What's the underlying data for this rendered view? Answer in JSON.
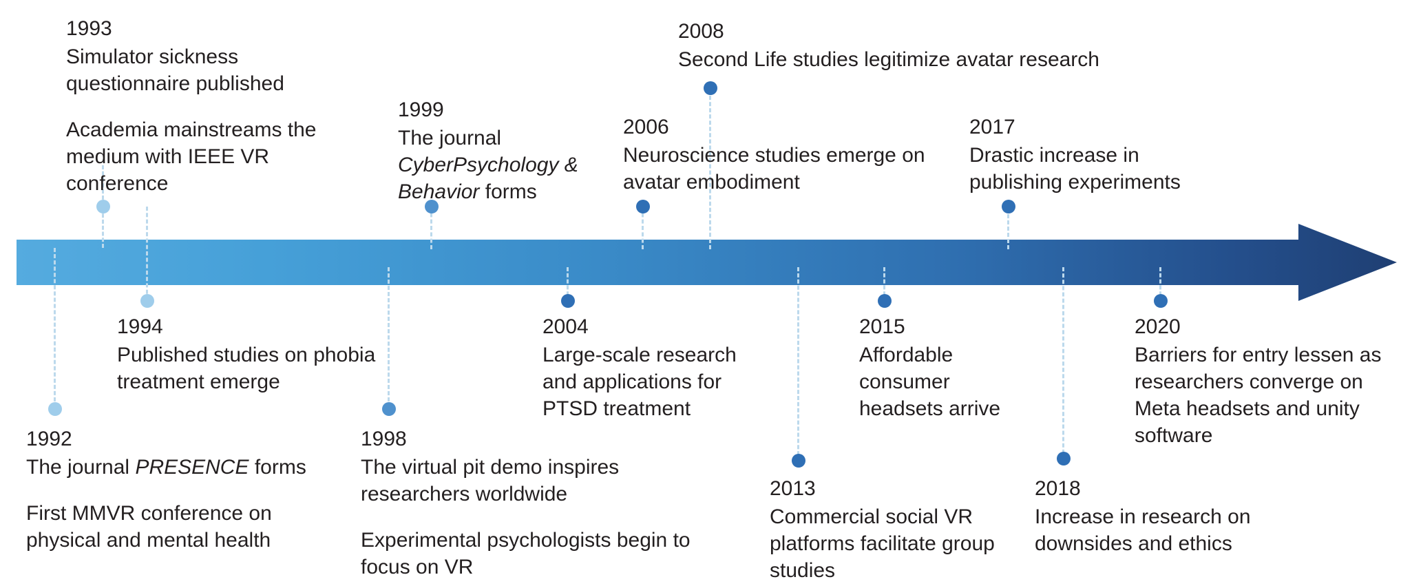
{
  "title": "History of virtual reality research timeline",
  "colors": {
    "bar_start": "#52a7db",
    "bar_end": "#1f3f73",
    "arrowhead": "#1f3f73",
    "dot_light": "#9fcdeb",
    "dot_mid": "#4f91cd",
    "dot_deep": "#2f6fb5",
    "stem": "#bcd9ec",
    "text": "#231f20",
    "background": "#ffffff"
  },
  "axis": {
    "direction": "left-to-right",
    "start_year": "1992",
    "end_year": "2020",
    "arrowhead": "right"
  },
  "events": [
    {
      "id": "e1992",
      "year": "1992",
      "side": "below",
      "paragraphs": [
        {
          "pre": "The journal ",
          "italic": "PRESENCE",
          "post": " forms"
        },
        {
          "pre": "First MMVR conference on physical and mental health",
          "italic": "",
          "post": ""
        }
      ],
      "dot_tone": "light"
    },
    {
      "id": "e1993",
      "year": "1993",
      "side": "above",
      "paragraphs": [
        {
          "pre": "Simulator sickness questionnaire published",
          "italic": "",
          "post": ""
        },
        {
          "pre": "Academia mainstreams the medium with IEEE VR conference",
          "italic": "",
          "post": ""
        }
      ],
      "dot_tone": "light"
    },
    {
      "id": "e1994",
      "year": "1994",
      "side": "below",
      "paragraphs": [
        {
          "pre": "Published studies on phobia treatment emerge",
          "italic": "",
          "post": ""
        }
      ],
      "dot_tone": "light"
    },
    {
      "id": "e1998",
      "year": "1998",
      "side": "below",
      "paragraphs": [
        {
          "pre": "The virtual pit demo inspires researchers worldwide",
          "italic": "",
          "post": ""
        },
        {
          "pre": "Experimental psychologists begin to focus on VR",
          "italic": "",
          "post": ""
        }
      ],
      "dot_tone": "mid"
    },
    {
      "id": "e1999",
      "year": "1999",
      "side": "above",
      "paragraphs": [
        {
          "pre": "The journal ",
          "italic": "CyberPsychology & Behavior",
          "post": " forms"
        }
      ],
      "dot_tone": "mid"
    },
    {
      "id": "e2004",
      "year": "2004",
      "side": "below",
      "paragraphs": [
        {
          "pre": "Large-scale research and applications for PTSD treatment",
          "italic": "",
          "post": ""
        }
      ],
      "dot_tone": "deep"
    },
    {
      "id": "e2006",
      "year": "2006",
      "side": "above",
      "paragraphs": [
        {
          "pre": "Neuroscience studies emerge on avatar embodiment",
          "italic": "",
          "post": ""
        }
      ],
      "dot_tone": "deep"
    },
    {
      "id": "e2008",
      "year": "2008",
      "side": "above",
      "paragraphs": [
        {
          "pre": "Second Life studies legitimize avatar research",
          "italic": "",
          "post": ""
        }
      ],
      "dot_tone": "deep"
    },
    {
      "id": "e2013",
      "year": "2013",
      "side": "below",
      "paragraphs": [
        {
          "pre": "Commercial social VR platforms facilitate group studies",
          "italic": "",
          "post": ""
        }
      ],
      "dot_tone": "deep"
    },
    {
      "id": "e2015",
      "year": "2015",
      "side": "below",
      "paragraphs": [
        {
          "pre": "Affordable consumer headsets arrive",
          "italic": "",
          "post": ""
        }
      ],
      "dot_tone": "deep"
    },
    {
      "id": "e2017",
      "year": "2017",
      "side": "above",
      "paragraphs": [
        {
          "pre": "Drastic increase in publishing experiments",
          "italic": "",
          "post": ""
        }
      ],
      "dot_tone": "deep"
    },
    {
      "id": "e2018",
      "year": "2018",
      "side": "below",
      "paragraphs": [
        {
          "pre": "Increase in research on downsides and ethics",
          "italic": "",
          "post": ""
        }
      ],
      "dot_tone": "deep"
    },
    {
      "id": "e2020",
      "year": "2020",
      "side": "below",
      "paragraphs": [
        {
          "pre": "Barriers for entry lessen as researchers converge on Meta headsets and unity software",
          "italic": "",
          "post": ""
        }
      ],
      "dot_tone": "deep"
    }
  ]
}
